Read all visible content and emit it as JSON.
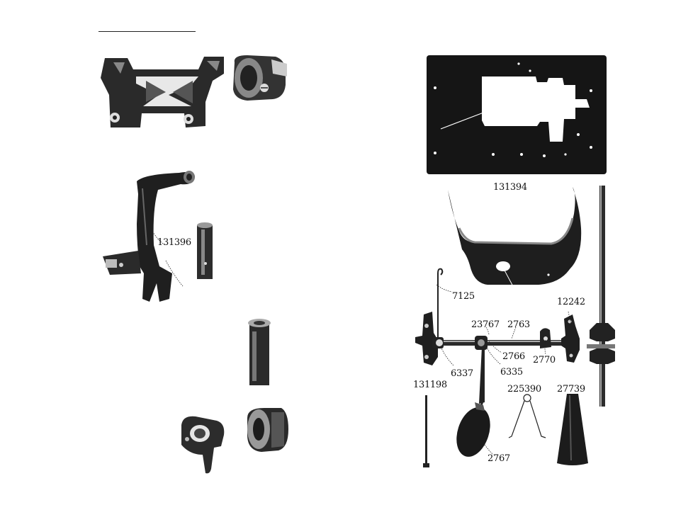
{
  "page": {
    "heading_rule": true
  },
  "labels": {
    "p131396": "131396",
    "p131394": "131394",
    "p7125": "7125",
    "p12242": "12242",
    "p23767": "23767",
    "p2763": "2763",
    "p2766": "2766",
    "p2770": "2770",
    "p6337": "6337",
    "p6335": "6335",
    "p131198": "131198",
    "p225390": "225390",
    "p27739": "27739",
    "p2767": "2767"
  }
}
